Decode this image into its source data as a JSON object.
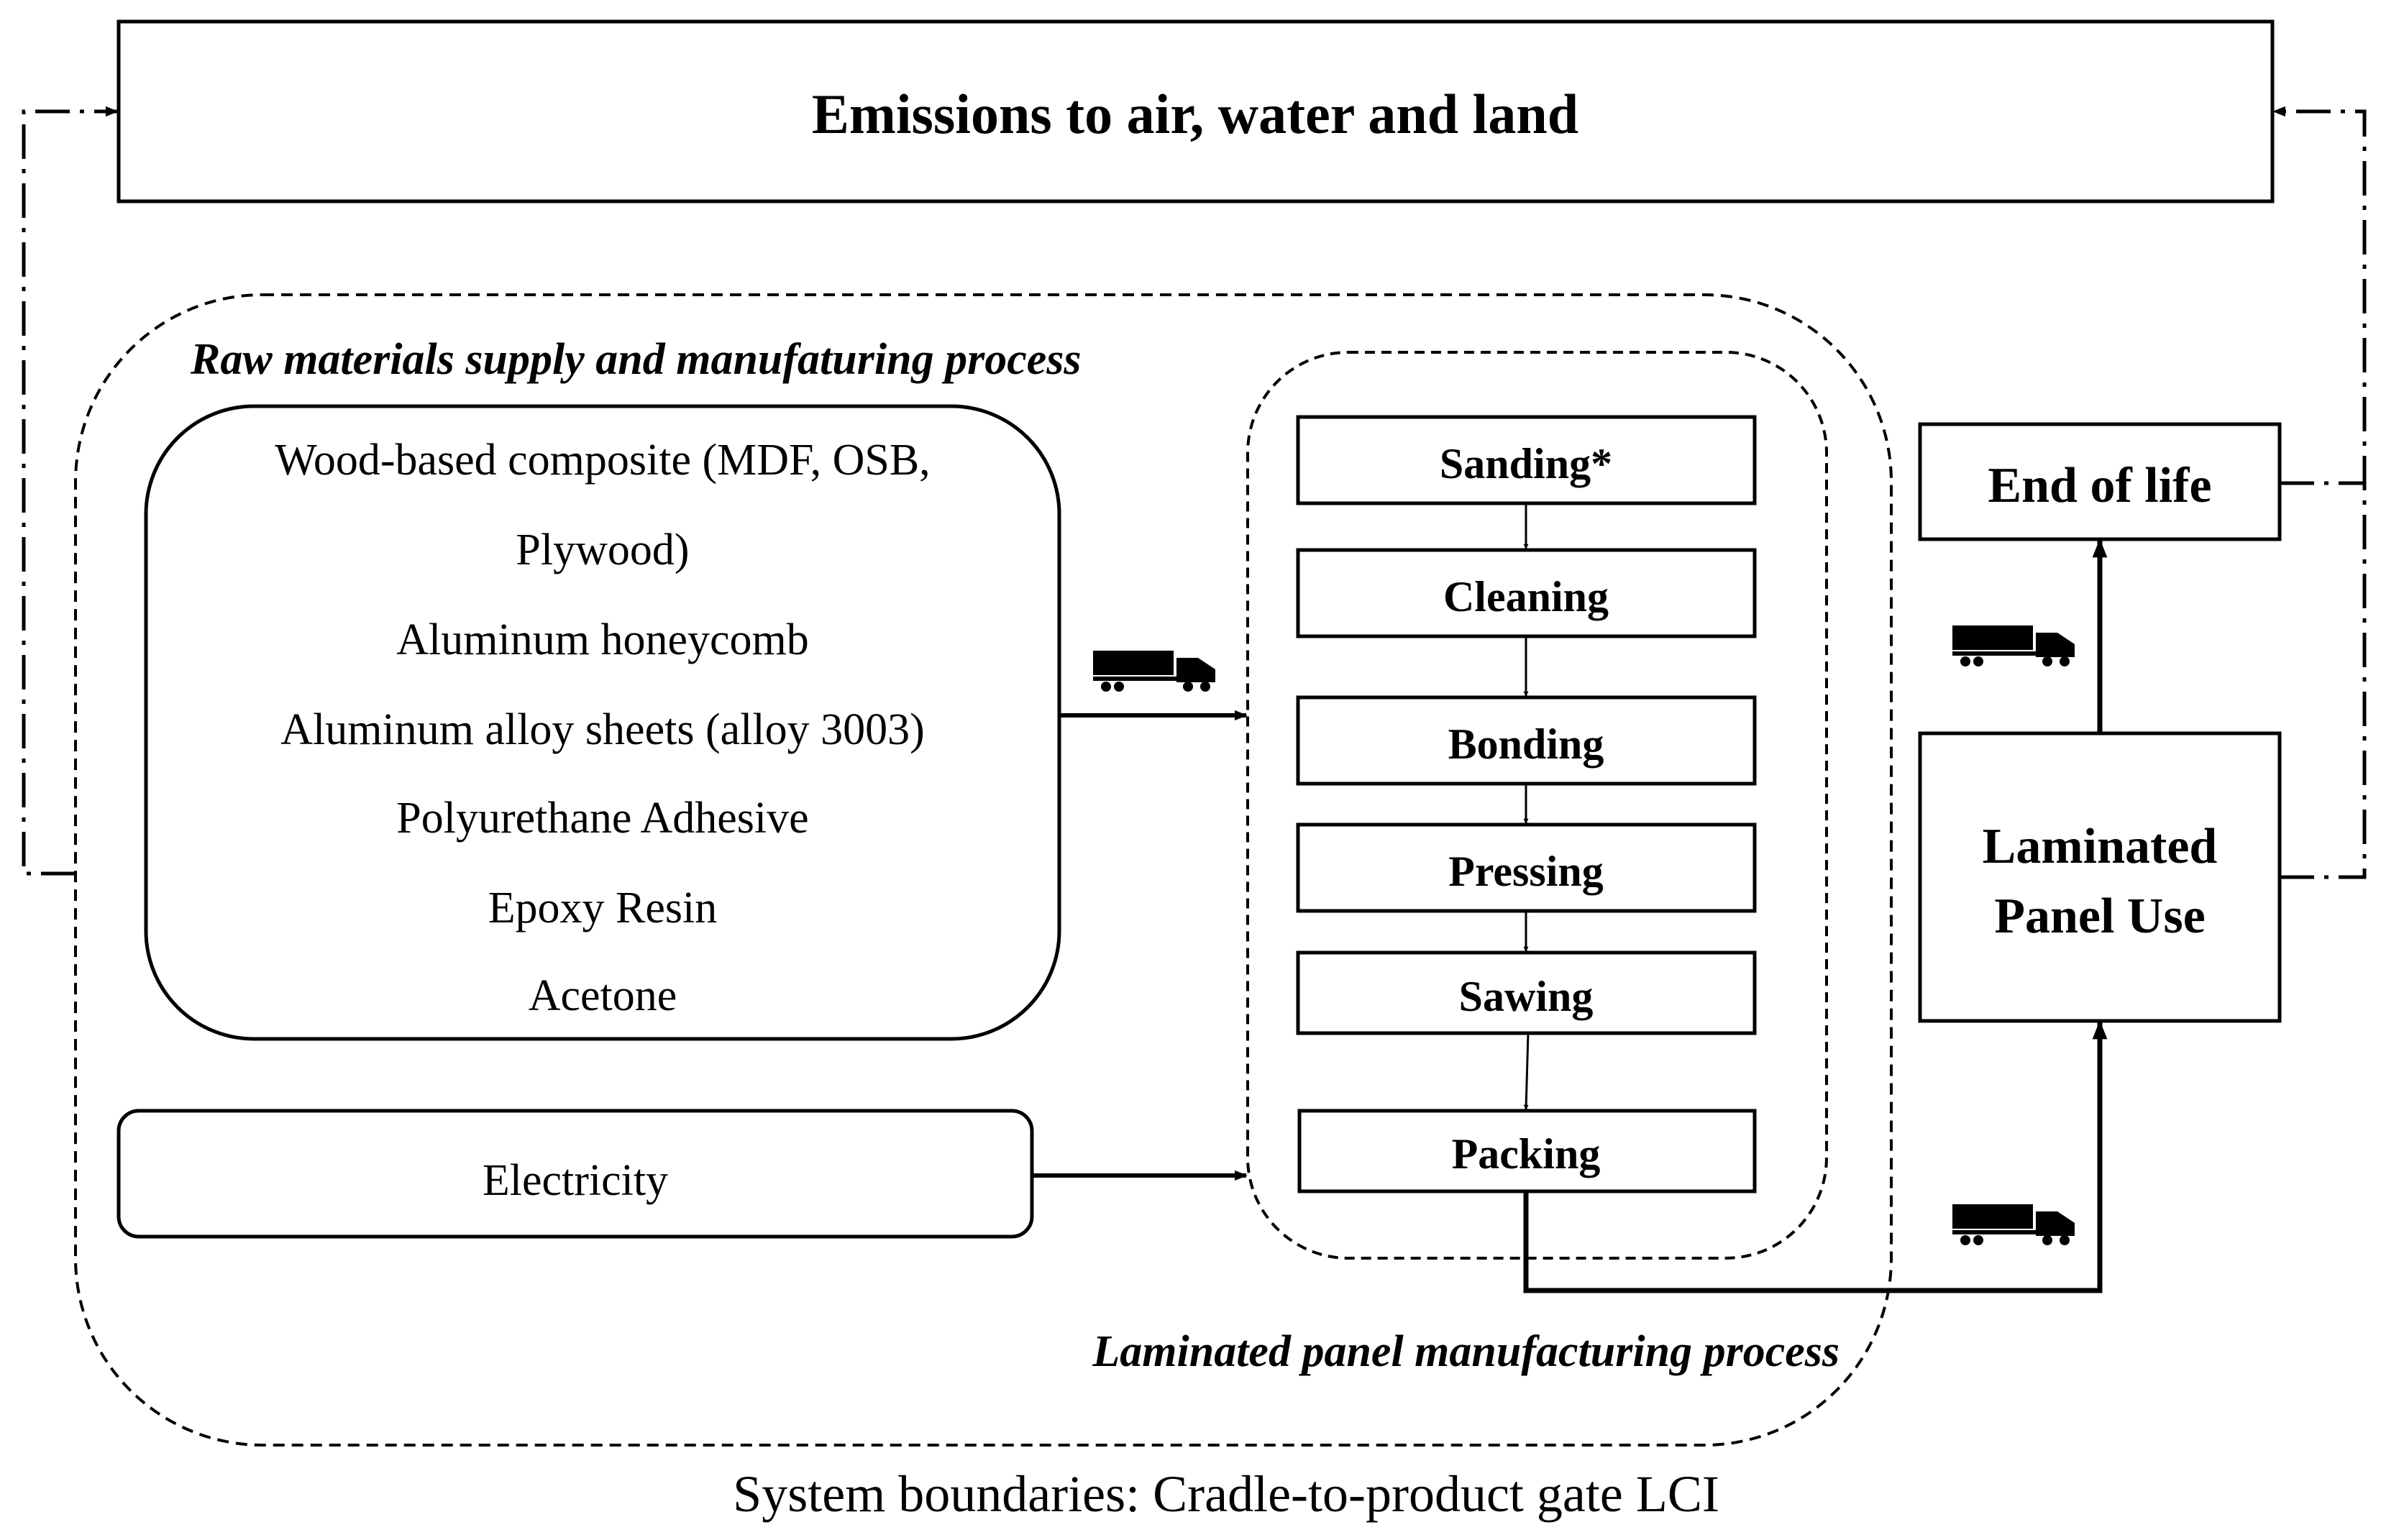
{
  "emissions": {
    "label": "Emissions to air, water and land"
  },
  "raw_materials": {
    "section_label": "Raw materials supply and manufaturing process",
    "items": [
      "Wood-based  composite (MDF, OSB,",
      "Plywood)",
      "Aluminum  honeycomb",
      "Aluminum alloy sheets (alloy 3003)",
      "Polyurethane  Adhesive",
      "Epoxy  Resin",
      "Acetone"
    ]
  },
  "electricity": {
    "label": "Electricity"
  },
  "manufacturing": {
    "section_label": "Laminated panel manufacturing process",
    "steps": [
      "Sanding*",
      "Cleaning",
      "Bonding",
      "Pressing",
      "Sawing",
      "Packing"
    ]
  },
  "end_of_life": {
    "label": "End of life"
  },
  "panel_use": {
    "label_line1": "Laminated",
    "label_line2": "Panel Use"
  },
  "caption": "System boundaries: Cradle-to-product gate LCI",
  "icons": [
    "truck-icon",
    "truck-icon",
    "truck-icon"
  ]
}
